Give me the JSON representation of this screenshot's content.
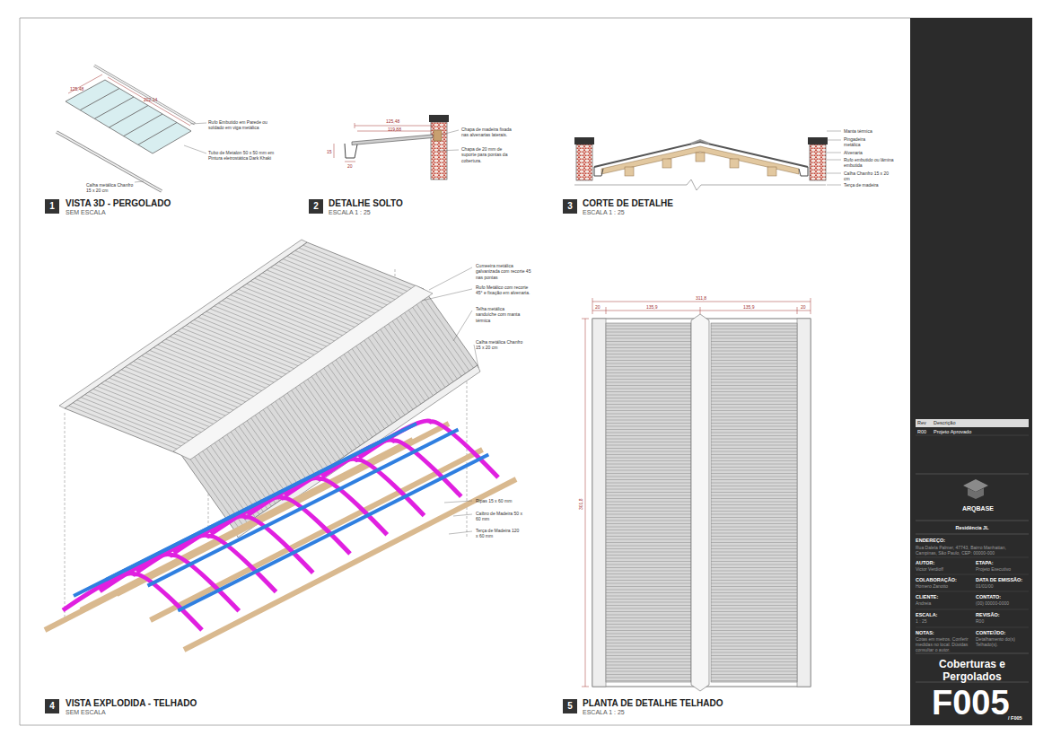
{
  "diagram": {
    "labels": [
      "125,48",
      "202,14",
      "Rufo Embutido em Parede ou soldado em viga metálica",
      "Tubo de Metalon 50 x 50 mm em Pintura eletrostática Dark Khaki",
      "Calha metálica Chanfro 15 x 20 cm",
      "1",
      "VISTA 3D - PERGOLADO",
      "SEM ESCALA",
      "125,48",
      "119,88",
      "15",
      "20",
      "Chapa de madeira fixada nas alvenarias laterais.",
      "Chapa de 20 mm de suporte para pontas da cobertura.",
      "2",
      "DETALHE SOLTO",
      "ESCALA 1 : 25",
      "Manta térmica",
      "Pingadeira metálica",
      "Alvenaria",
      "Rufo embutido ou lâmina embutida",
      "Calha Chanfro 15 x 20 cm",
      "Terça de madeira",
      "3",
      "CORTE DE DETALHE",
      "ESCALA 1 : 25",
      "Cumeeira metálica galvanizada com recorte 45 nas pontas",
      "Rufo Metálico com recorte 45° e fixação em alvenaria.",
      "Telha metálica sanduíche com manta térmica",
      "Calha metálica Chanfro 15 x 20 cm",
      "Ripas 15 x 60 mm",
      "Caibro de Madeira 50 x 60 mm",
      "Terça de Madeira 120 x 60 mm",
      "4",
      "VISTA EXPLODIDA - TELHADO",
      "SEM ESCALA",
      "311,8",
      "20",
      "135,9",
      "135,9",
      "20",
      "301,8",
      "5",
      "PLANTA DE DETALHE TELHADO",
      "ESCALA 1 : 25",
      "Rev",
      "Descrição",
      "R00",
      "Projeto Aprovado",
      "ARQBASE",
      "Residência JL",
      "ENDEREÇO:",
      "Rua Dalela Palmer, 47743, Bairro Manhattan, Campinas, São Paulo, CEP: 00000-000",
      "AUTOR:",
      "ETAPA:",
      "Victor Verdioff",
      "Projeto Executivo",
      "COLABORAÇÃO:",
      "DATA DE EMISSÃO:",
      "Homero Zanotto",
      "01/01/00",
      "CLIENTE:",
      "CONTATO:",
      "Andreia",
      "(00) 00000-0000",
      "ESCALA:",
      "REVISÃO:",
      "1 : 25",
      "R00",
      "NOTAS:",
      "CONTEÚDO:",
      "Cotas em metros. Conferir medidas no local. Dúvidas consultar o autor.",
      "Detalhamento do(s) Telhado(s).",
      "Coberturas e Pergolados",
      "F005",
      "/ F005"
    ]
  }
}
